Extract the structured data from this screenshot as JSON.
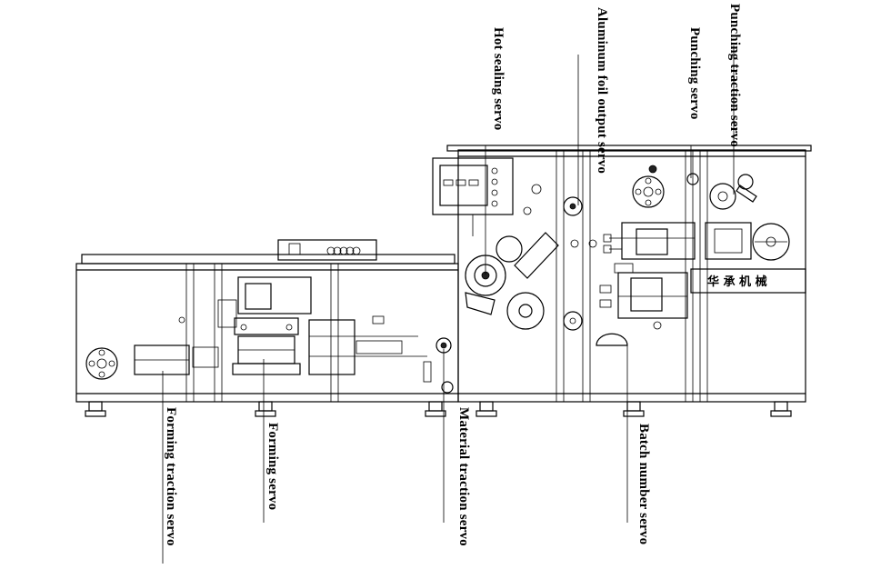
{
  "diagram": {
    "labels": [
      {
        "id": "forming-traction-servo",
        "text": "Forming traction servo"
      },
      {
        "id": "forming-servo",
        "text": "Forming servo"
      },
      {
        "id": "material-traction-servo",
        "text": "Material traction servo"
      },
      {
        "id": "hot-sealing-servo",
        "text": "Hot sealing servo"
      },
      {
        "id": "aluminum-foil-output-servo",
        "text": "Aluminum foil output servo"
      },
      {
        "id": "punching-servo",
        "text": "Punching servo"
      },
      {
        "id": "punching-traction-servo",
        "text": "Punching traction servo"
      },
      {
        "id": "batch-number-servo",
        "text": "Batch number servo"
      }
    ],
    "brand_plate": "华 承 机 械"
  }
}
